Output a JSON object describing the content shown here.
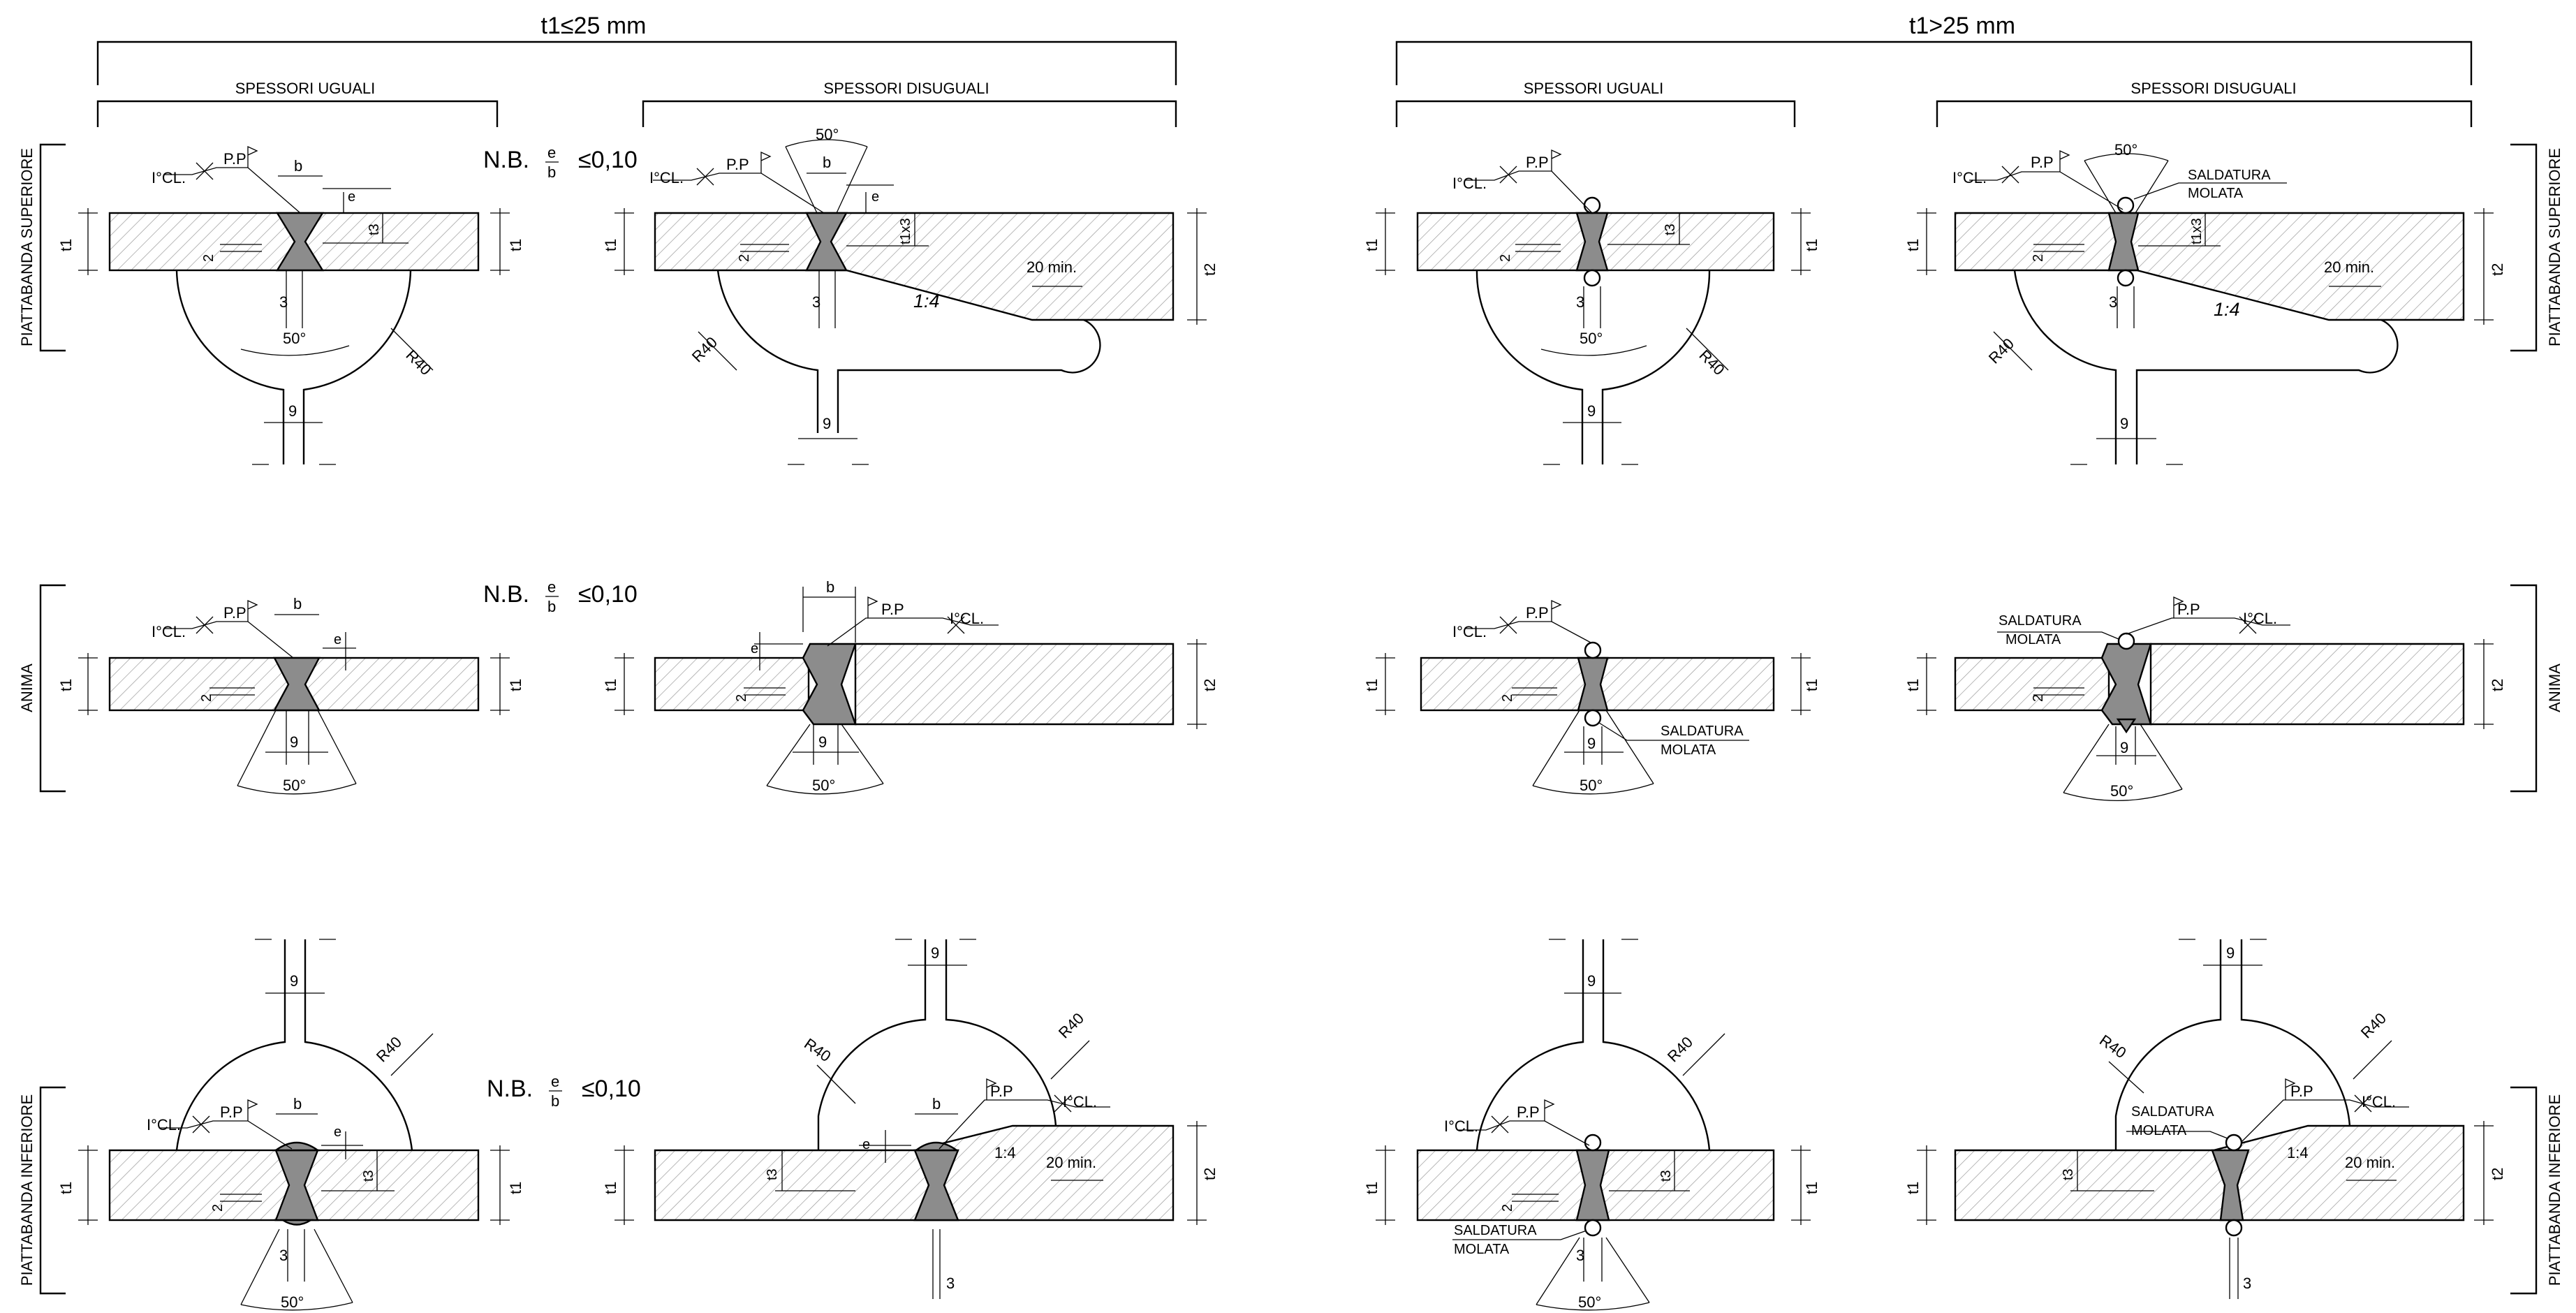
{
  "headers": {
    "left_group": "t1≤25  mm",
    "right_group": "t1>25  mm",
    "equal": "SPESSORI  UGUALI",
    "unequal": "SPESSORI  DISUGUALI"
  },
  "side_labels": {
    "top_flange": "PIATTABANDA  SUPERIORE",
    "web": "ANIMA",
    "bottom_flange": "PIATTABANDA  INFERIORE"
  },
  "notes": {
    "nb_prefix": "N.B.",
    "nb_e": "e",
    "nb_b": "b",
    "nb_value": "≤0,10"
  },
  "labels": {
    "cl": "I°CL.",
    "pp": "P.P",
    "b": "b",
    "e": "e",
    "t1": "t1",
    "t2": "t2",
    "t1x3": "t1x3",
    "t3": "t3",
    "two": "2",
    "three": "3",
    "nine": "9",
    "angle": "50°",
    "radius": "R40",
    "slope": "1:4",
    "twenty_min": "20  min.",
    "saldatura": "SALDATURA",
    "molata": "MOLATA"
  }
}
